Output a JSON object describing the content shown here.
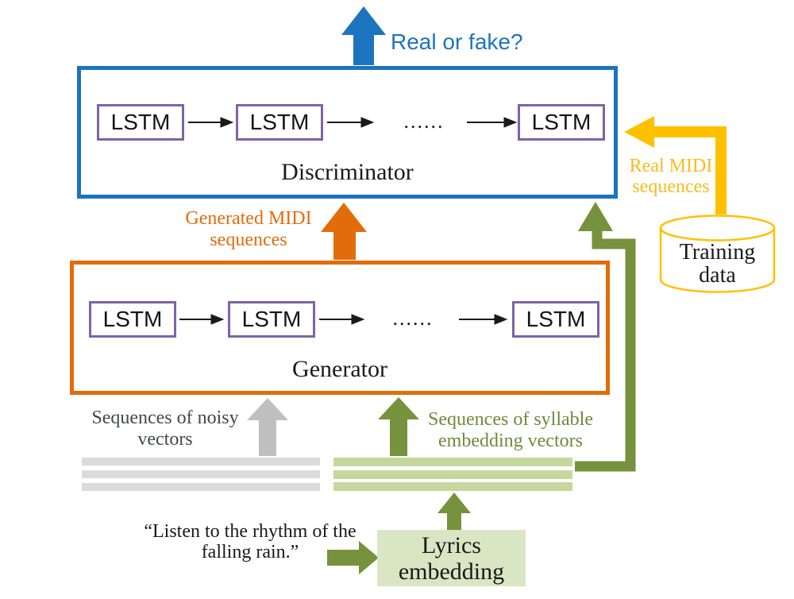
{
  "colors": {
    "blue": "#1c73be",
    "orange": "#e36c0a",
    "gold": "#ffc000",
    "gold_text": "#fbbb1c",
    "olive": "#76923c",
    "light_green": "#c6d89e",
    "lyrics_box_green": "#dae5c4",
    "gray_arrow": "#bfbfbf",
    "gray_bar": "#dbdbdb",
    "purple": "#7e64a6",
    "black": "#1a1a1a",
    "white": "#ffffff"
  },
  "discriminator": {
    "label": "Discriminator",
    "cells": [
      "LSTM",
      "LSTM",
      "LSTM"
    ],
    "ellipsis": "......"
  },
  "generator": {
    "label": "Generator",
    "cells": [
      "LSTM",
      "LSTM",
      "LSTM"
    ],
    "ellipsis": "......"
  },
  "output_label": "Real or fake?",
  "flows": {
    "generated_midi": {
      "line1": "Generated MIDI",
      "line2": "sequences"
    },
    "real_midi": {
      "line1": "Real MIDI",
      "line2": "sequences"
    }
  },
  "inputs": {
    "noise": {
      "line1": "Sequences of noisy",
      "line2": "vectors"
    },
    "syllable": {
      "line1": "Sequences of syllable",
      "line2": "embedding vectors"
    }
  },
  "training_data": {
    "line1": "Training",
    "line2": "data"
  },
  "lyrics_embedding": {
    "line1": "Lyrics",
    "line2": "embedding"
  },
  "quote": {
    "line1": "“Listen to the rhythm of  the",
    "line2": "falling rain.”"
  }
}
